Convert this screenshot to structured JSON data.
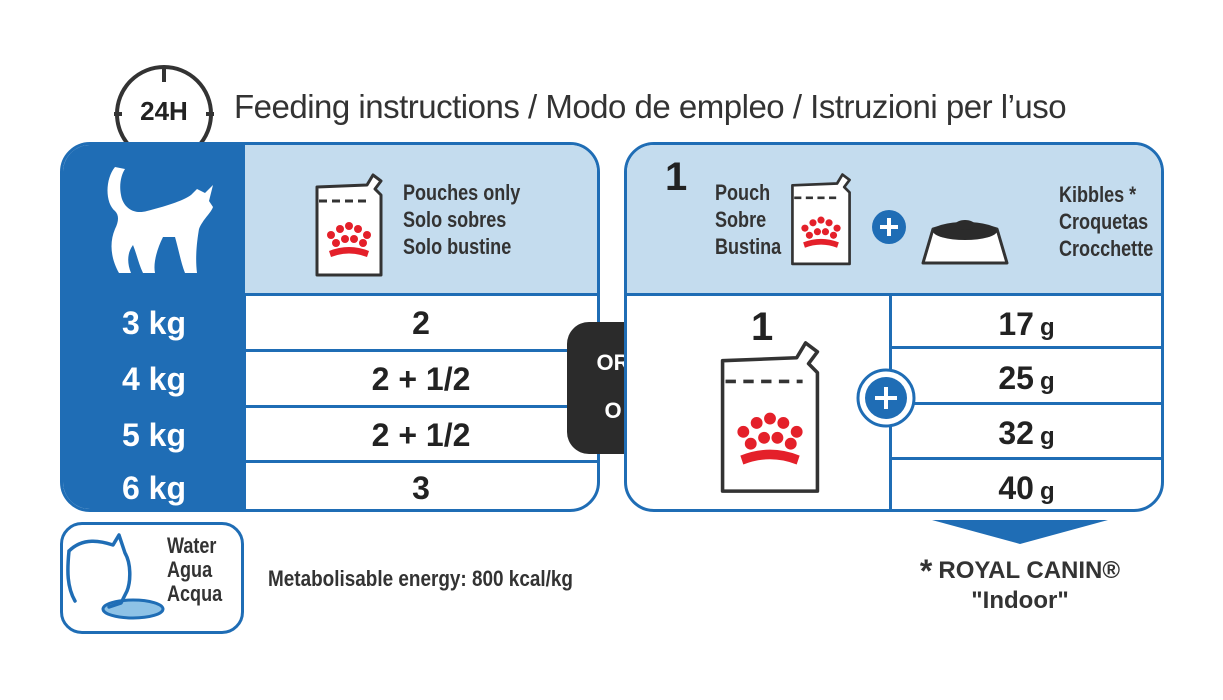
{
  "header": {
    "clock_label": "24H",
    "title": "Feeding instructions / Modo de empleo / Istruzioni per l’uso"
  },
  "left_table": {
    "header_lines": [
      "Pouches only",
      "Solo sobres",
      "Solo bustine"
    ],
    "rows": [
      {
        "weight": "3 kg",
        "value": "2"
      },
      {
        "weight": "4 kg",
        "value": "2 + 1/2"
      },
      {
        "weight": "5 kg",
        "value": "2 + 1/2"
      },
      {
        "weight": "6 kg",
        "value": "3"
      }
    ]
  },
  "or_badge": {
    "line1": "OR",
    "line2": "O"
  },
  "right_table": {
    "count": "1",
    "pouch_lines": [
      "Pouch",
      "Sobre",
      "Bustina"
    ],
    "kibbles_lines": [
      "Kibbles *",
      "Croquetas",
      "Crocchette"
    ],
    "pouch_count": "1",
    "rows": [
      {
        "grams": "17",
        "unit": "g"
      },
      {
        "grams": "25",
        "unit": "g"
      },
      {
        "grams": "32",
        "unit": "g"
      },
      {
        "grams": "40",
        "unit": "g"
      }
    ]
  },
  "water": {
    "lines": [
      "Water",
      "Agua",
      "Acqua"
    ]
  },
  "energy": "Metabolisable energy: 800 kcal/kg",
  "note": {
    "star": "*",
    "line1": "ROYAL CANIN®",
    "line2": "\"Indoor\""
  },
  "icons": [
    "clock-icon",
    "cat-icon",
    "pouch-icon",
    "crown-icon",
    "plus-icon",
    "bowl-icon",
    "arrow-down-icon",
    "drinking-cat-icon"
  ],
  "colors": {
    "brand_blue": "#1f6db5",
    "light_blue": "#c4dcee",
    "crown_red": "#e4202a",
    "badge_dark": "#2b2b2b"
  }
}
